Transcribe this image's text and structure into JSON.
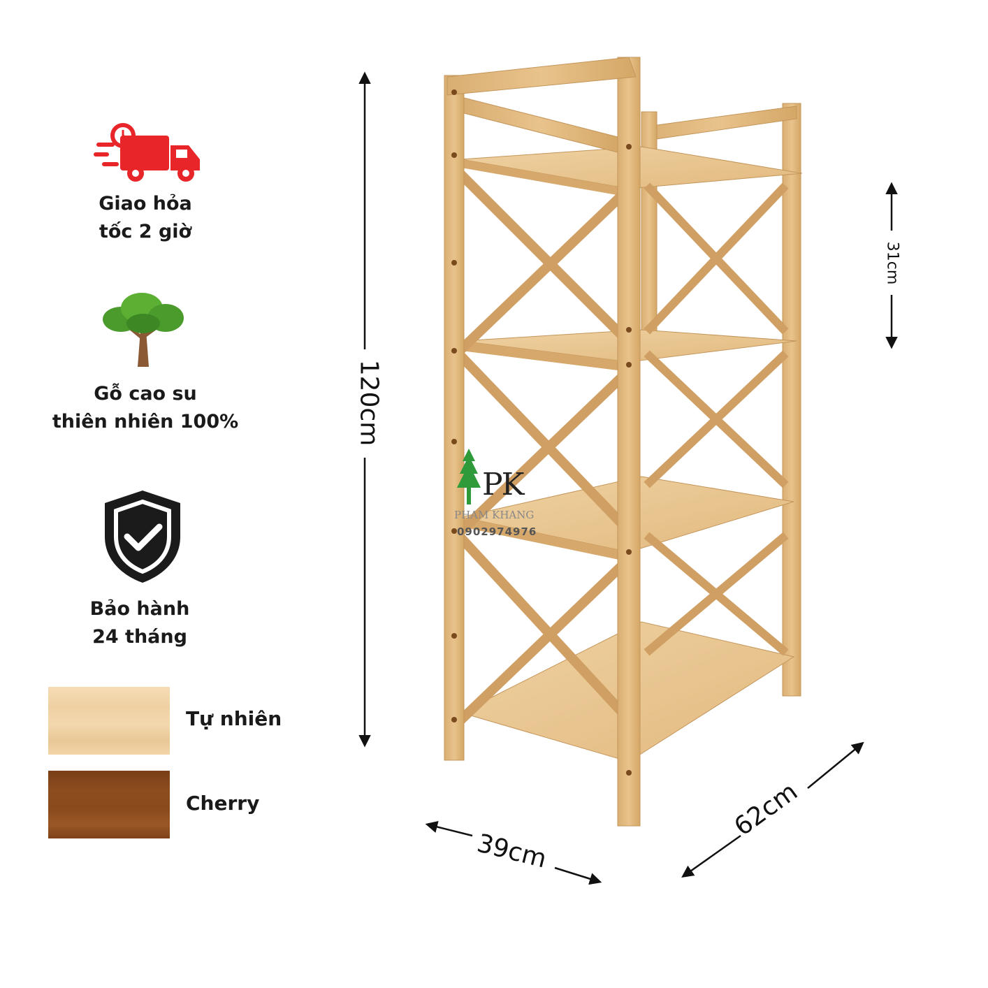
{
  "features": [
    {
      "icon": "delivery-truck-icon",
      "label": "Giao hỏa\n tốc 2 giờ"
    },
    {
      "icon": "tree-icon",
      "label": "Gỗ cao su\nthiên nhiên 100%"
    },
    {
      "icon": "shield-check-icon",
      "label": "Bảo hành\n24 tháng"
    }
  ],
  "colors": [
    {
      "name": "Tự nhiên",
      "hex": "#f0d3a8"
    },
    {
      "name": "Cherry",
      "hex": "#8a4a1c"
    }
  ],
  "dimensions": {
    "height": "120cm",
    "shelf_gap": "31cm",
    "depth": "39cm",
    "width": "62cm"
  },
  "brand": {
    "logo": "PK",
    "name": "PHAM KHANG",
    "phone": "0902974976"
  },
  "accent_colors": {
    "truck": "#e8262a",
    "tree_leaf": "#4a9a2c",
    "wood": "#e0b77e"
  }
}
